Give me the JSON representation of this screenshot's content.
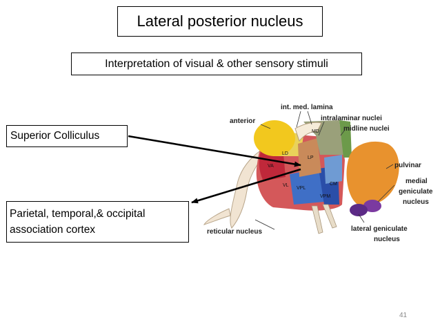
{
  "title": "Lateral posterior nucleus",
  "subtitle": "Interpretation of visual & other sensory stimuli",
  "callouts": {
    "superior_colliculus": "Superior Colliculus",
    "cortex_line1": "Parietal, temporal,& occipital",
    "cortex_line2": "association cortex"
  },
  "diagram_labels": {
    "anterior": "anterior",
    "int_med_lamina": "int. med. lamina",
    "intralaminar_nuclei": "intralaminar nuclei",
    "midline_nuclei": "midline nuclei",
    "pulvinar": "pulvinar",
    "medial_geniculate_1": "medial",
    "medial_geniculate_2": "geniculate",
    "medial_geniculate_3": "nucleus",
    "lateral_geniculate_1": "lateral geniculate",
    "lateral_geniculate_2": "nucleus",
    "reticular_nucleus": "reticular nucleus"
  },
  "nucleus_abbreviations": {
    "ld": "LD",
    "lp": "LP",
    "md": "MD",
    "va": "VA",
    "vl": "VL",
    "vpl": "VPL",
    "vpm": "VPM",
    "cm": "CM"
  },
  "page_number": "41",
  "colors": {
    "anterior": "#f2c81e",
    "pulvinar": "#e8922e",
    "lp": "#c98a5a",
    "ld": "#e9d25a",
    "md": "#9aa07a",
    "va": "#c0283a",
    "vl": "#d4585a",
    "vpl": "#3f6fc6",
    "vpm": "#2a4ea8",
    "cm": "#6f9bd3",
    "geniculate": "#7b3aa0",
    "arrow": "#000000"
  }
}
